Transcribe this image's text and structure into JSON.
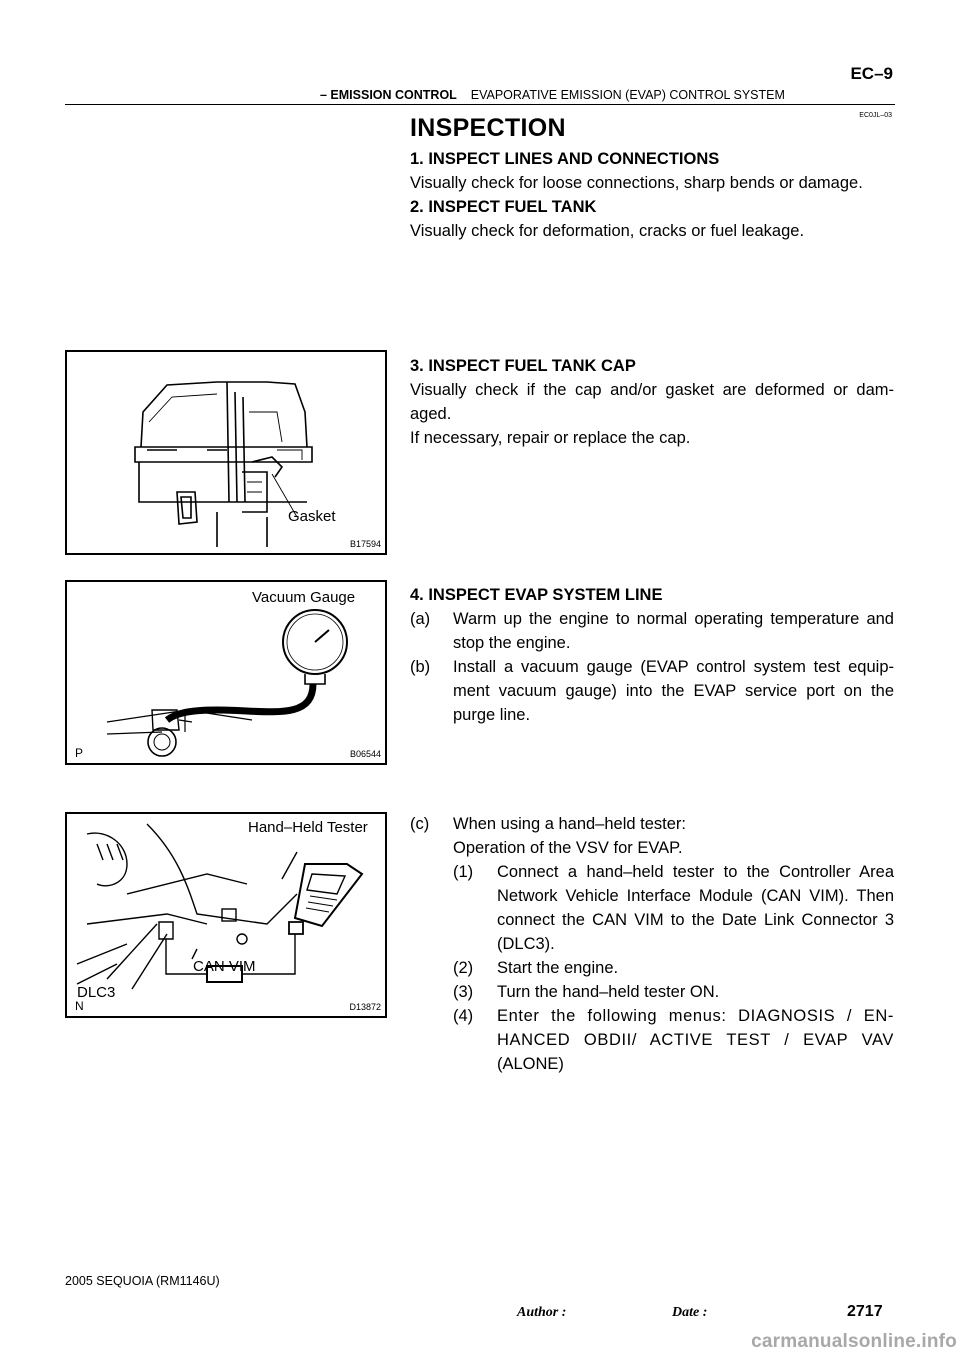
{
  "header": {
    "section": "– EMISSION CONTROL",
    "subsection": "EVAPORATIVE EMISSION (EVAP) CONTROL SYSTEM",
    "page": "EC–9",
    "doc_code": "EC0JL–03"
  },
  "title": "INSPECTION",
  "steps": {
    "s1_title": "1.     INSPECT LINES AND CONNECTIONS",
    "s1_text": "Visually check for loose connections, sharp bends or damage.",
    "s2_title": "2.     INSPECT FUEL TANK",
    "s2_text": "Visually check for deformation, cracks or fuel leakage.",
    "s3_title": "3.     INSPECT FUEL TANK CAP",
    "s3_text_1": "Visually check if the cap and/or gasket are deformed or dam-",
    "s3_text_2": "aged.",
    "s3_text_3": "If necessary, repair or replace the cap.",
    "s4_title": "4.     INSPECT EVAP SYSTEM LINE",
    "a_marker": "(a)",
    "a_text_1": "Warm up the engine to normal operating temperature and",
    "a_text_2": "stop the engine.",
    "b_marker": "(b)",
    "b_text_1": "Install a vacuum gauge (EVAP control system test equip-",
    "b_text_2": "ment vacuum gauge) into the EVAP service port on the",
    "b_text_3": "purge line.",
    "c_marker": "(c)",
    "c_text_1": "When using a hand–held tester:",
    "c_text_2": "Operation of the VSV for EVAP.",
    "c1_marker": "(1)",
    "c1_text_1": "Connect a hand–held tester to the Controller Area",
    "c1_text_2": "Network Vehicle Interface Module (CAN VIM). Then",
    "c1_text_3": "connect the CAN VIM to the Date Link Connector 3",
    "c1_text_4": "(DLC3).",
    "c2_marker": "(2)",
    "c2_text": "Start the engine.",
    "c3_marker": "(3)",
    "c3_text": "Turn the hand–held tester ON.",
    "c4_marker": "(4)",
    "c4_text_1": "Enter the following menus: DIAGNOSIS / EN-",
    "c4_text_2": "HANCED OBDII/ ACTIVE TEST / EVAP VAV",
    "c4_text_3": "(ALONE)"
  },
  "figures": {
    "fig1": {
      "label": "Gasket",
      "code": "B17594"
    },
    "fig2": {
      "label": "Vacuum Gauge",
      "code": "B06544",
      "corner": "P"
    },
    "fig3": {
      "label_tester": "Hand–Held Tester",
      "label_vim": "CAN VIM",
      "label_dlc": "DLC3",
      "code": "D13872",
      "corner": "N"
    }
  },
  "footer": {
    "model": "2005 SEQUOIA   (RM1146U)",
    "author_label": "Author :",
    "date_label": "Date :",
    "page_number": "2717",
    "watermark": "carmanualsonline.info"
  }
}
